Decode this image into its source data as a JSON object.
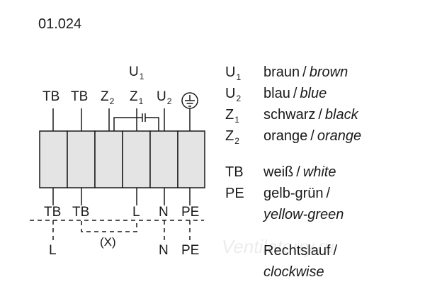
{
  "figure_id": "01.024",
  "top_terminal": {
    "letter": "U",
    "sub": "1"
  },
  "terminal_labels": [
    {
      "letter": "TB",
      "sub": ""
    },
    {
      "letter": "TB",
      "sub": ""
    },
    {
      "letter": "Z",
      "sub": "2"
    },
    {
      "letter": "Z",
      "sub": "1"
    },
    {
      "letter": "U",
      "sub": "2"
    },
    {
      "letter": "",
      "sub": "",
      "icon": "ground-icon"
    }
  ],
  "bottom_terminals": [
    "TB",
    "TB",
    "L",
    "N",
    "PE"
  ],
  "supply_labels": {
    "l": "L",
    "x": "(X)",
    "n": "N",
    "pe": "PE"
  },
  "legend": {
    "wires": [
      {
        "code": "U",
        "sub": "1",
        "de": "braun",
        "en": "brown"
      },
      {
        "code": "U",
        "sub": "2",
        "de": "blau",
        "en": "blue"
      },
      {
        "code": "Z",
        "sub": "1",
        "de": "schwarz",
        "en": "black"
      },
      {
        "code": "Z",
        "sub": "2",
        "de": "orange",
        "en": "orange"
      }
    ],
    "tb": {
      "code": "TB",
      "de": "weiß",
      "en": "white"
    },
    "pe": {
      "code": "PE",
      "de": "gelb-grün",
      "en": "yellow-green"
    },
    "rotation": {
      "de": "Rechtslauf",
      "en": "clockwise"
    },
    "separator": "/"
  },
  "watermark": "Ventilatorry.ru",
  "colors": {
    "line": "#1a1a1a",
    "box_fill": "#e4e4e4"
  }
}
